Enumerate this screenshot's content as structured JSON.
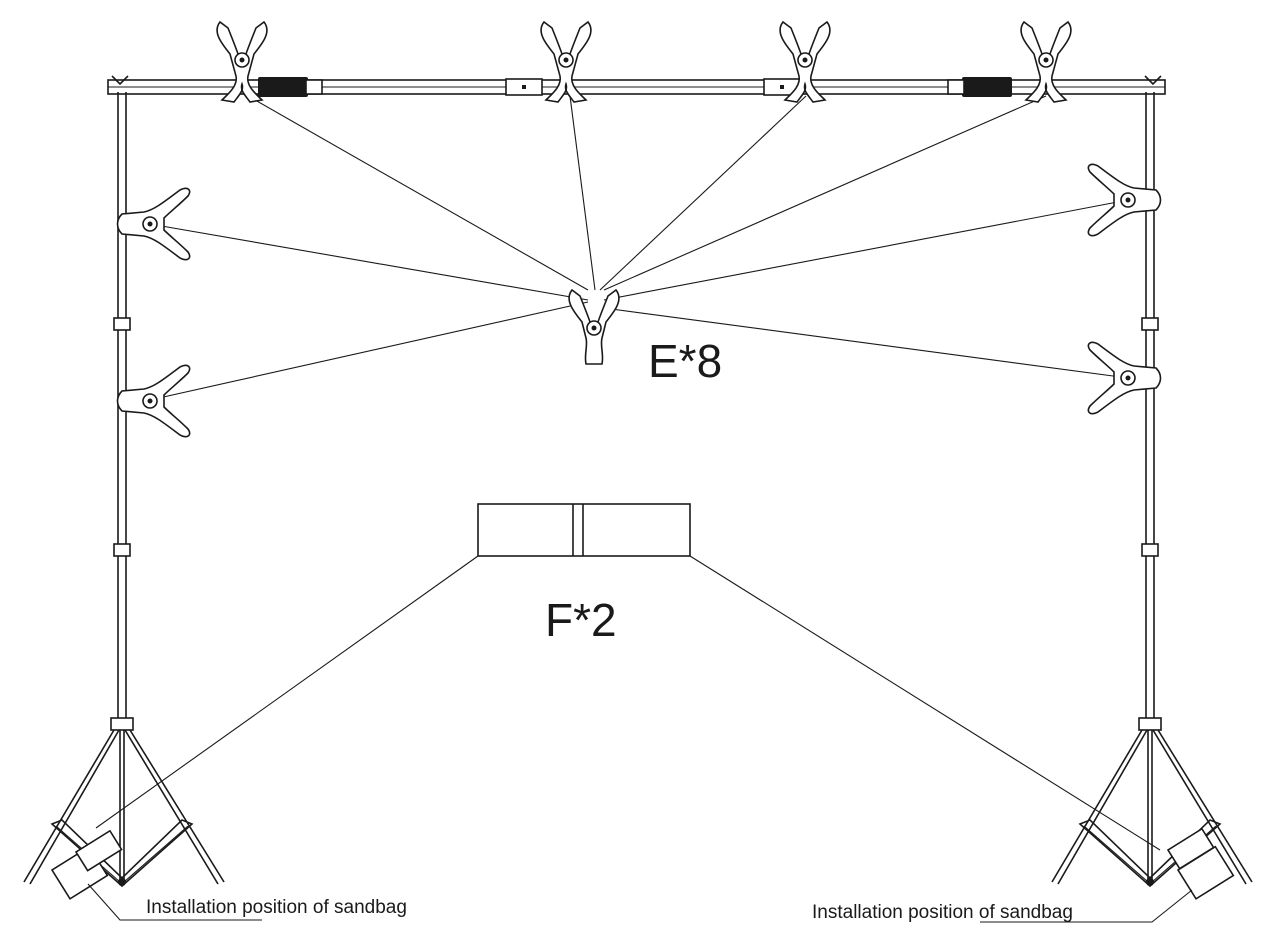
{
  "labels": {
    "clamps": "E*8",
    "sandbags": "F*2",
    "sandbag_left": "Installation position of sandbag",
    "sandbag_right": "Installation position of sandbag"
  },
  "icons": {
    "clamp": "spring-clamp-icon",
    "sandbag": "sandbag-icon"
  },
  "colors": {
    "line": "#1a1a1a",
    "background": "#ffffff"
  }
}
